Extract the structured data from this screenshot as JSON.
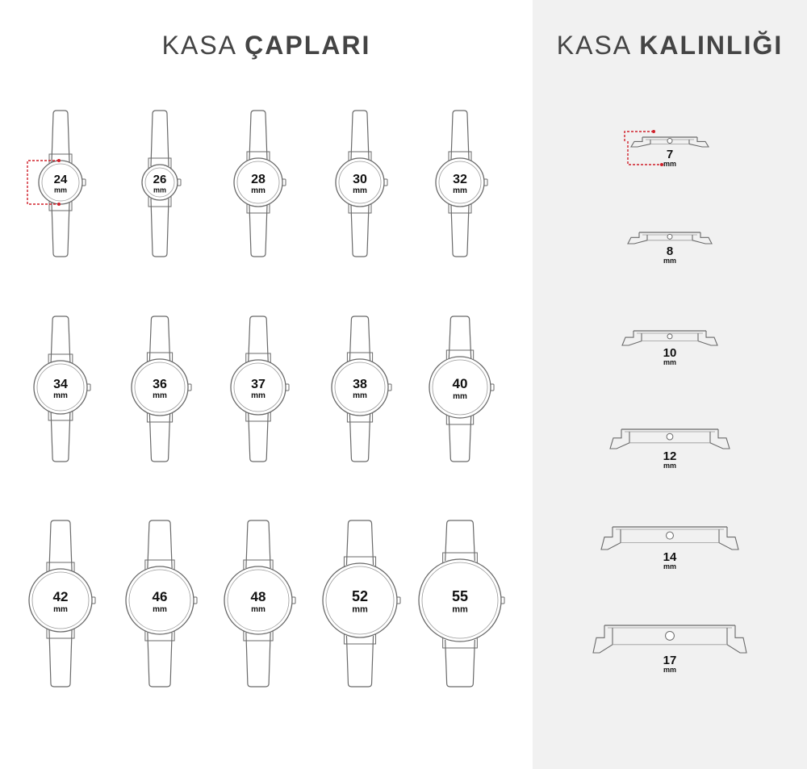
{
  "titles": {
    "diameter_light": "KASA ",
    "diameter_bold": "ÇAPLARI",
    "thickness_light": "KASA ",
    "thickness_bold": "KALINLIĞI"
  },
  "unit": "mm",
  "diameters": [
    [
      "24",
      "26",
      "28",
      "30",
      "32"
    ],
    [
      "34",
      "36",
      "37",
      "38",
      "40"
    ],
    [
      "42",
      "46",
      "48",
      "52",
      "55"
    ]
  ],
  "thicknesses": [
    "7",
    "8",
    "10",
    "12",
    "14",
    "17"
  ],
  "colors": {
    "line": "#6a6a6a",
    "measure": "#d0202a",
    "panel": "#f1f1f1",
    "title": "#444444"
  }
}
